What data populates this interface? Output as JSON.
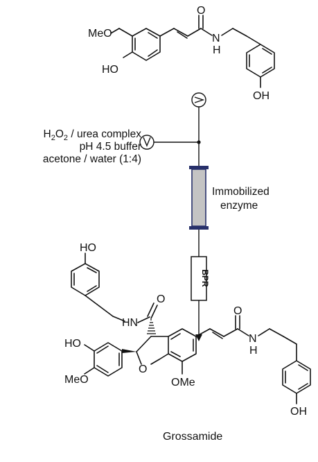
{
  "starting_material": {
    "meo": "MeO",
    "ho": "HO",
    "carbonyl_o": "O",
    "amide_nh": "N",
    "amide_h": "H",
    "phenol_oh": "OH"
  },
  "conditions": {
    "line1_prefix": "H",
    "line1_sub1": "2",
    "line1_mid": "O",
    "line1_sub2": "2",
    "line1_suffix": " / urea complex",
    "line2": "pH 4.5 buffer",
    "line3": "acetone / water (1:4)"
  },
  "reactor": {
    "label_line1": "Immobilized",
    "label_line2": "enzyme",
    "colors": {
      "column_fill": "#c4c4c4",
      "end_caps": "#27306a"
    }
  },
  "bpr": {
    "label": "BPR"
  },
  "product": {
    "top_ho": "HO",
    "hn": "HN",
    "amide_o": "O",
    "ring_ho": "HO",
    "ring_meo": "MeO",
    "furan_o": "O",
    "ome": "OMe",
    "right_o": "O",
    "right_n": "N",
    "right_h": "H",
    "right_oh": "OH",
    "name": "Grossamide"
  }
}
